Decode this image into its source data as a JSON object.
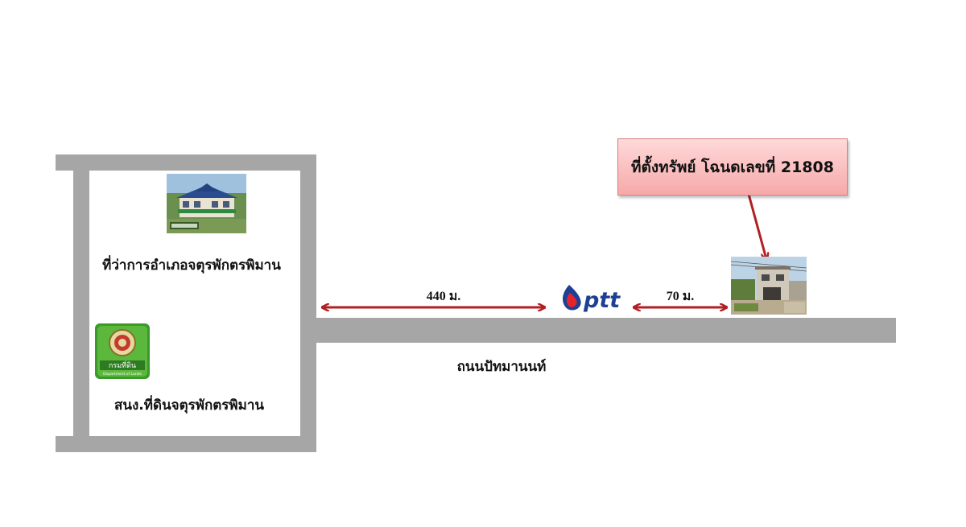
{
  "landmarks": {
    "district_office": "ที่ว่าการอำเภอจตุรพักตรพิมาน",
    "land_office": "สนง.ที่ดินจตุรพักตรพิมาน",
    "property_callout": "ที่ตั้งทรัพย์ โฉนดเลขที่ 21808"
  },
  "roads": {
    "main_road_name": "ถนนปัทมานนท์"
  },
  "distances": {
    "office_to_ptt": "440 ม.",
    "ptt_to_property": "70 ม."
  },
  "logos": {
    "ptt_text": "ptt",
    "land_dept_thai": "กรมที่ดิน",
    "land_dept_english": "Department of Lands"
  },
  "colors": {
    "road": "#a6a6a6",
    "arrow": "#b22024",
    "callout_fill": "#f8b5b5",
    "ptt_blue": "#1f3f93",
    "ptt_red": "#e3242b",
    "land_dept_green": "#3a9a2a"
  },
  "icons": {
    "district_office_photo": "building-photo",
    "land_dept_logo": "land-department-logo",
    "ptt_logo": "ptt-flame-logo",
    "property_photo": "house-photo"
  }
}
